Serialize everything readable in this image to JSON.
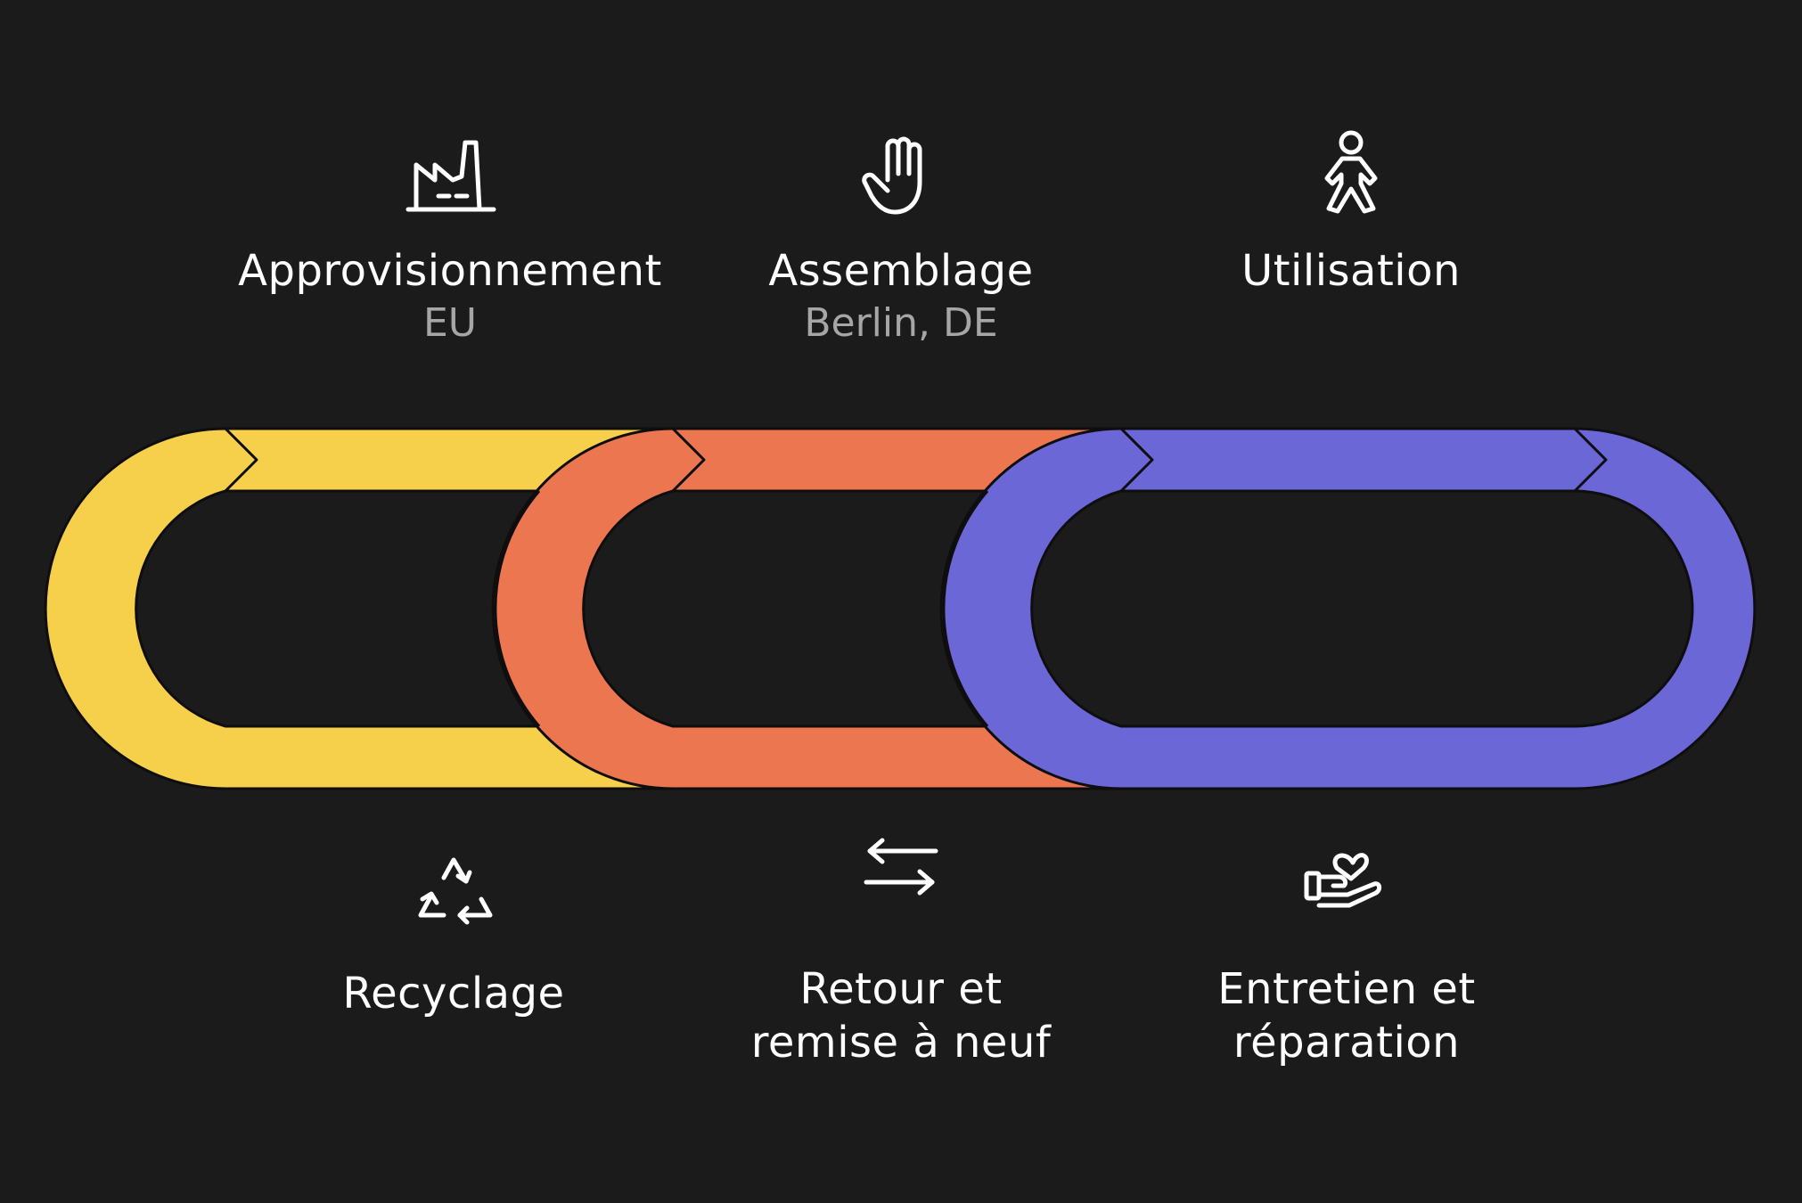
{
  "stages": {
    "sourcing": {
      "label": "Approvisionnement",
      "sublabel": "EU",
      "icon": "factory-icon"
    },
    "assembly": {
      "label": "Assemblage",
      "sublabel": "Berlin, DE",
      "icon": "hand-icon"
    },
    "use": {
      "label": "Utilisation",
      "icon": "person-icon"
    },
    "recycling": {
      "label": "Recyclage",
      "icon": "recycle-icon"
    },
    "refurbish": {
      "label": "Retour et\nremise à neuf",
      "icon": "swap-arrows-icon"
    },
    "repair": {
      "label": "Entretien et\nréparation",
      "icon": "hand-heart-icon"
    }
  },
  "colors": {
    "background": "#1b1b1b",
    "loop_yellow": "#f7d04b",
    "loop_orange": "#ec7650",
    "loop_purple": "#6b67d6",
    "text": "#ffffff",
    "subtext": "#a6a6a6"
  }
}
